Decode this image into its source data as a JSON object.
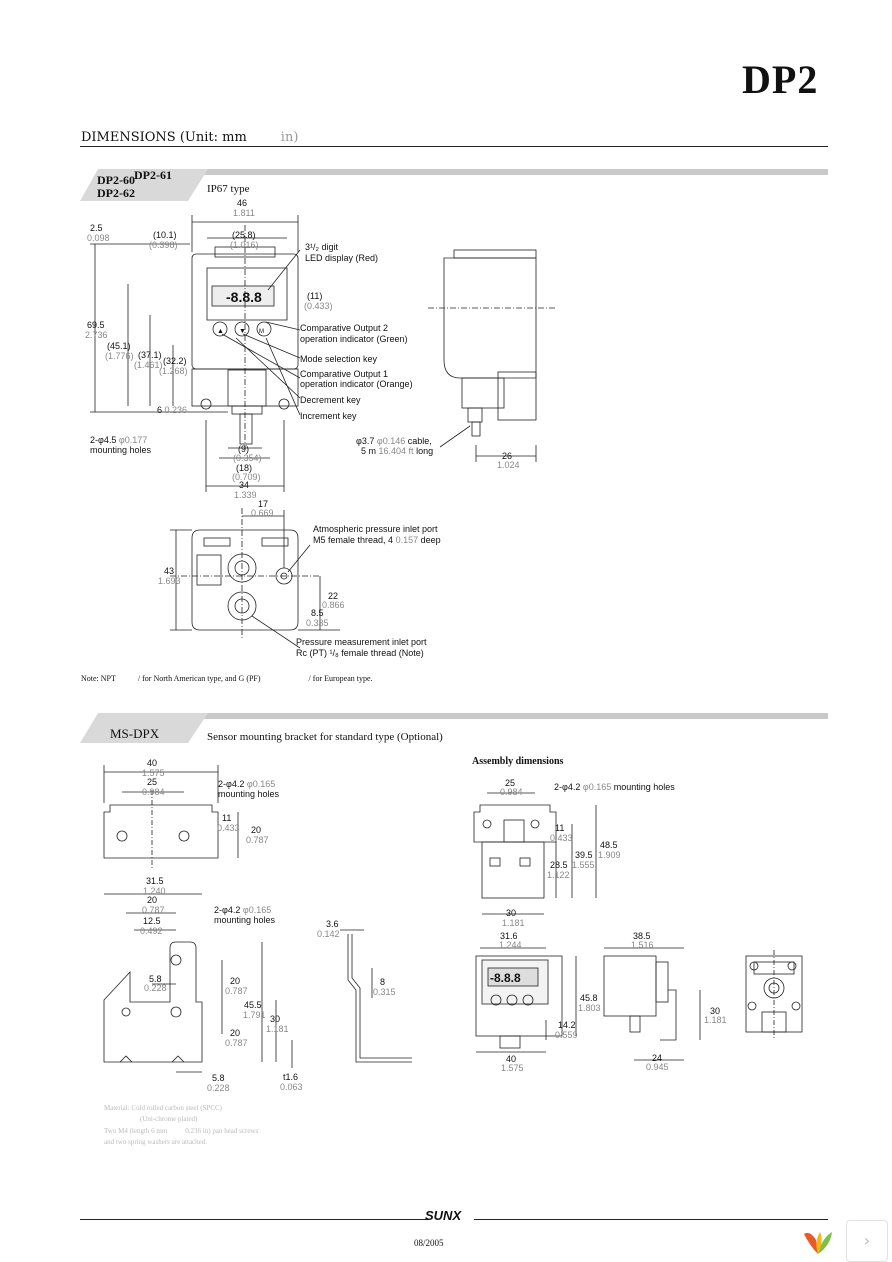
{
  "header": {
    "brand": "DP2"
  },
  "section": {
    "title": "DIMENSIONS (Unit: mm",
    "unit_in": "in)"
  },
  "dp2": {
    "tab_a": "DP2-60",
    "tab_b": "DP2-61",
    "tab_c": "DP2-62",
    "type_label": "IP67 type",
    "dims": {
      "d46": "46",
      "d46in": "1.811",
      "d25_8": "(25.8)",
      "d25_8in": "(1.016)",
      "d10_1": "(10.1)",
      "d10_1in": "(0.398)",
      "d2_5": "2.5",
      "d2_5in": "0.098",
      "d69_5": "69.5",
      "d69_5in": "2.736",
      "d45_1": "(45.1)",
      "d45_1in": "(1.776)",
      "d37_1": "(37.1)",
      "d37_1in": "(1.461)",
      "d32_2": "(32.2)",
      "d32_2in": "(1.268)",
      "d11": "(11)",
      "d11in": "(0.433)",
      "d6": "6",
      "d6in": "0.236",
      "holes_a": "2-φ4.5",
      "holes_ain": "φ0.177",
      "holes_b": "mounting holes",
      "d9": "(9)",
      "d9in": "(0.354)",
      "d18": "(18)",
      "d18in": "(0.709)",
      "d34": "34",
      "d34in": "1.339",
      "cable_a": "φ3.7",
      "cable_ain": "φ0.146",
      "cable_b": "cable,",
      "cable_c": "5 m",
      "cable_cin": "16.404 ft",
      "cable_d": "long",
      "d26": "26",
      "d26in": "1.024",
      "d17": "17",
      "d17in": "0.669",
      "d43": "43",
      "d43in": "1.693",
      "d22": "22",
      "d22in": "0.866",
      "d8_5": "8.5",
      "d8_5in": "0.335"
    },
    "callouts": {
      "led1": "3¹/₂ digit",
      "led2": "LED display (Red)",
      "out2a": "Comparative Output 2",
      "out2b": "operation indicator (Green)",
      "mode": "Mode selection key",
      "out1a": "Comparative Output 1",
      "out1b": "operation indicator (Orange)",
      "dec": "Decrement key",
      "inc": "Increment key",
      "atm1": "Atmospheric pressure inlet port",
      "atm2": "M5 female thread, 4",
      "atm2in": "0.157",
      "atm2b": "deep",
      "pm1": "Pressure measurement inlet port",
      "pm2": "Rc (PT) ¹/₈ female thread (Note)"
    },
    "note_a": "Note: NPT",
    "note_b": "/",
    "note_c": "for North American type, and G (PF)",
    "note_d": "/",
    "note_e": "for European type."
  },
  "msdpx": {
    "tab": "MS-DPX",
    "desc": "Sensor mounting bracket for standard type (Optional)",
    "assembly": "Assembly dimensions",
    "dims": {
      "d40": "40",
      "d40in": "1.575",
      "d25": "25",
      "d25in": "0.984",
      "h42": "2-φ4.2",
      "h42in": "φ0.165",
      "hmh": "mounting holes",
      "d11": "11",
      "d11in": "0.433",
      "d20": "20",
      "d20in": "0.787",
      "d31_5": "31.5",
      "d31_5in": "1.240",
      "d20b": "20",
      "d20bin": "0.787",
      "d12_5": "12.5",
      "d12_5in": "0.492",
      "d5_8": "5.8",
      "d5_8in": "0.228",
      "d20c": "20",
      "d20cin": "0.787",
      "d45_5": "45.5",
      "d45_5in": "1.791",
      "d20d": "20",
      "d20din": "0.787",
      "d5_8b": "5.8",
      "d5_8bin": "0.228",
      "d3_6": "3.6",
      "d3_6in": "0.142",
      "d8": "8",
      "d8in": "0.315",
      "d30": "30",
      "d30in": "1.181",
      "t1_6": "t1.6",
      "t1_6in": "0.063",
      "a25": "25",
      "a25in": "0.984",
      "a_h": "2-φ4.2",
      "a_hin": "φ0.165",
      "a_hmh": "mounting holes",
      "a11": "11",
      "a11in": "0.433",
      "a48_5": "48.5",
      "a48_5in": "1.909",
      "a39_5": "39.5",
      "a39_5in": "1.555",
      "a28_5": "28.5",
      "a28_5in": "1.122",
      "a30": "30",
      "a30in": "1.181",
      "a31_6": "31.6",
      "a31_6in": "1.244",
      "a38_5": "38.5",
      "a38_5in": "1.516",
      "a45_8": "45.8",
      "a45_8in": "1.803",
      "a14_2": "14.2",
      "a14_2in": "0.559",
      "a30b": "30",
      "a30bin": "1.181",
      "a40": "40",
      "a40in": "1.575",
      "a24": "24",
      "a24in": "0.945"
    },
    "material_1": "Material: Cold rolled carbon steel (SPCC)",
    "material_2": "(Uni-chrome plated)",
    "material_3": "Two M4 (length 6 mm",
    "material_3b": "0.236 in",
    "material_3c": ") pan head screws",
    "material_4": "and two spring washers are attached."
  },
  "footer": {
    "logo": "SUNX",
    "date": "08/2005",
    "next": "›"
  }
}
